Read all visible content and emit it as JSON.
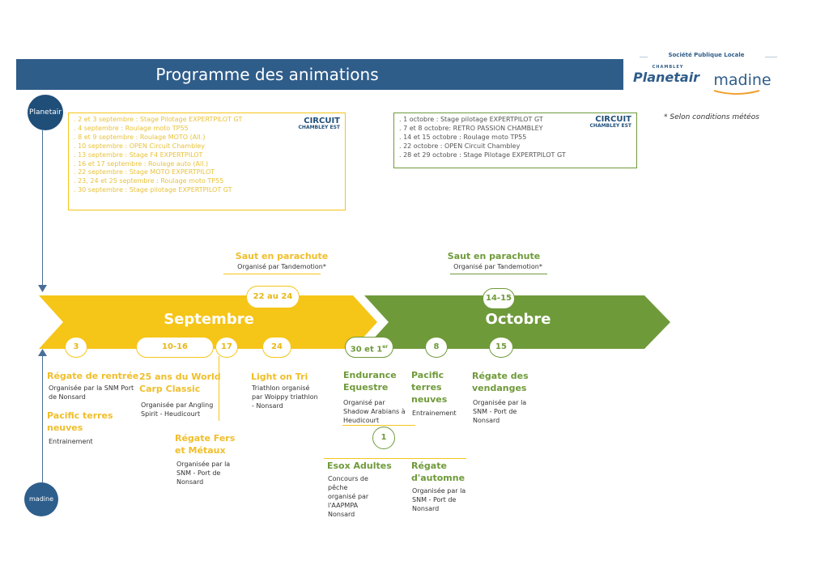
{
  "header": {
    "title": "Programme des animations",
    "societe": "Société Publique Locale",
    "chambley": "CHAMBLEY",
    "planetair": "Planetair",
    "madine": "madine"
  },
  "logos": {
    "planetair_badge": "Planetair",
    "madine_badge": "madine"
  },
  "note": "* Selon conditions météos",
  "circuit": {
    "name": "CIRCUIT",
    "sub": "CHAMBLEY EST"
  },
  "september_box": [
    ". 2 et 3 septembre : Stage Pilotage EXPERTPILOT GT",
    ". 4 septembre : Roulage moto TP55",
    ". 8 et 9 septembre : Roulage MOTO (All.)",
    ". 10 septembre : OPEN Circuit Chambley",
    ". 13 septembre : Stage F4 EXPERTPILOT",
    ". 16 et 17 septembre : Roulage auto (All.)",
    ". 22 septembre : Stage MOTO EXPERTPILOT",
    ". 23, 24 et 25 septembre : Roulage moto TP55",
    ". 30 septembre : Stage pilotage EXPERTPILOT GT"
  ],
  "october_box": [
    ". 1 octobre : Stage pilotage EXPERTPILOT GT",
    ". 7 et 8 octobre: RETRO PASSION CHAMBLEY",
    ". 14 et 15 octobre : Roulage moto TP55",
    ". 22 octobre : OPEN Circuit Chambley",
    ". 28 et 29 octobre : Stage Pilotage EXPERTPILOT GT"
  ],
  "timeline": {
    "september_label": "Septembre",
    "october_label": "Octobre",
    "colors": {
      "september": "#f5c518",
      "october": "#6f9a3a",
      "header": "#2f5d8a"
    }
  },
  "parachute_sept": {
    "title": "Saut en parachute",
    "org": "Organisé par Tandemotion*",
    "dates": "22 au 24"
  },
  "parachute_oct": {
    "title": "Saut en parachute",
    "org": "Organisé par Tandemotion*",
    "dates": "14-15"
  },
  "sept_dates": {
    "d3": "3",
    "d10": "10-16",
    "d17": "17",
    "d24": "24"
  },
  "oct_dates": {
    "d30": "30 et 1",
    "d30_sup": "er",
    "d8": "8",
    "d15": "15",
    "d1": "1"
  },
  "events": {
    "regate_rentree": {
      "title": "Régate de rentrée",
      "desc": "Organisée par la SNM Port de Nonsard"
    },
    "pacific_sept": {
      "title": "Pacific terres neuves",
      "desc": "Entrainement"
    },
    "carp": {
      "title": "25 ans du World Carp Classic",
      "desc": "Organisée par Angling Spirit - Heudicourt"
    },
    "fers": {
      "title": "Régate Fers et Métaux",
      "desc": "Organisée par la SNM - Port de Nonsard"
    },
    "tri": {
      "title": "Light on Tri",
      "desc": "Triathlon organisé par Woippy triathlon - Nonsard"
    },
    "endurance": {
      "title": "Endurance Equestre",
      "desc": "Organisé par Shadow Arabians à Heudicourt"
    },
    "pacific_oct": {
      "title": "Pacific terres neuves",
      "desc": "Entrainement"
    },
    "vendanges": {
      "title": "Régate des vendanges",
      "desc": "Organisée par la SNM - Port de Nonsard"
    },
    "esox": {
      "title": "Esox Adultes",
      "desc": "Concours de pêche organisé par l'AAPMPA Nonsard"
    },
    "automne": {
      "title": "Régate d'automne",
      "desc": "Organisée par la SNM - Port de Nonsard"
    }
  }
}
